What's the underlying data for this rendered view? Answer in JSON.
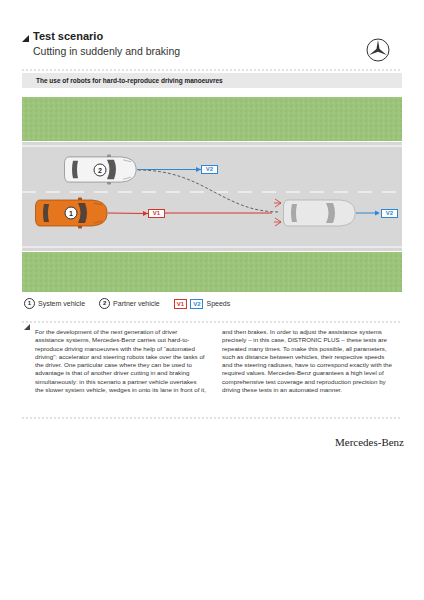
{
  "diagram": {
    "title": "Test scenario",
    "nodes": [
      {
        "text": [
          "The use of robots for hard-to-reproduce driving manoeuvres"
        ]
      },
      {
        "text": [
          "2"
        ]
      },
      {
        "text": [
          "V2"
        ]
      },
      {
        "text": [
          "1"
        ]
      },
      {
        "text": [
          "V1"
        ]
      },
      {
        "text": [
          "V2"
        ]
      }
    ],
    "edges": [
      {
        "from": 1,
        "to": 2,
        "arrow": "to"
      },
      {
        "from": 3,
        "to": 4,
        "arrow": "to"
      }
    ],
    "labels": [
      "Cutting in suddenly and braking",
      "1",
      "2",
      "V1",
      "V2",
      "For the development of the next generation of driver assistance systems, Mercedes-Benz carries out hard-to-reproduce driving manoeuvres with the help of “automated driving”: accelerator and steering robots take over the tasks of the driver. One particular case where they can be used to advantage is that of another driver cutting in and braking simultaneously: in this scenario a partner vehicle overtakes the slower system vehicle, wedges in onto its lane in front of it, and then brakes. In order to adjust the assistance systems precisely – in this case, DISTRONIC PLUS – these tests are repeated many times. To make this possible, all parameters, such as distance between vehicles, their respective speeds and the steering radiuses, have to correspond exactly with the required values. Mercedes-Benz guarantees a high level of comprehensive test coverage and reproduction precision by driving these tests in an automated manner.",
      "Mercedes-Benz"
    ],
    "legend": [
      {
        "text": "System vehicle"
      },
      {
        "text": "Partner vehicle"
      },
      {
        "text": "Speeds"
      }
    ]
  }
}
